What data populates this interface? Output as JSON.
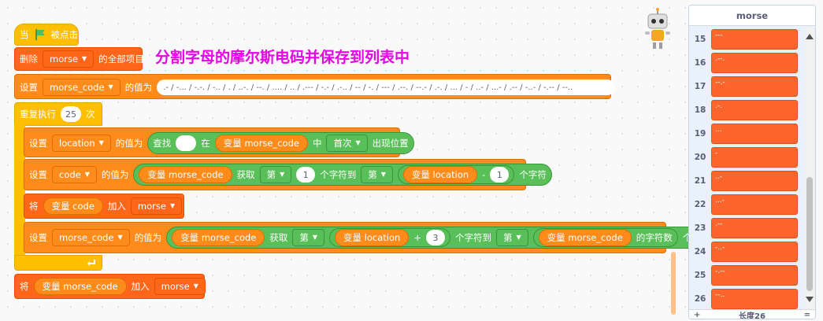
{
  "script": {
    "hat": {
      "when": "当",
      "clicked": "被点击"
    },
    "delete": {
      "label": "删除",
      "list": "morse",
      "suffix": "的全部项目"
    },
    "overlay_text": "分割字母的摩尔斯电码并保存到列表中",
    "set1": {
      "label": "设置",
      "var": "morse_code",
      "to": "的值为",
      "value": ".- / -... / -.-. / -.. / . / ..-. / --. / .... / .. / .--- / -.- / .-.. / -- / -. / --- / .--. / --.- / .-. / ... / - / ..- / ...- / .-- / -..- / -.-- / --.."
    },
    "repeat": {
      "label": "重复执行",
      "times": "25",
      "suffix": "次"
    },
    "set_location": {
      "label": "设置",
      "var": "location",
      "to": "的值为",
      "find": "查找",
      "in": "在",
      "reporter": "变量 morse_code",
      "mid": "中",
      "mode": "首次",
      "tail": "出现位置"
    },
    "set_code": {
      "label": "设置",
      "var": "code",
      "to": "的值为",
      "reporter": "变量 morse_code",
      "get": "获取",
      "nth1": "第",
      "n1": "1",
      "to_char": "个字符到",
      "nth2": "第",
      "loc_reporter": "变量 location",
      "minus": "-",
      "n2": "1",
      "char": "个字符"
    },
    "add_code": {
      "label": "将",
      "reporter": "变量 code",
      "add": "加入",
      "list": "morse"
    },
    "set2": {
      "label": "设置",
      "var": "morse_code",
      "to": "的值为",
      "reporter": "变量 morse_code",
      "get": "获取",
      "nth1": "第",
      "loc_reporter": "变量 location",
      "plus": "+",
      "n": "3",
      "to_char": "个字符到",
      "nth2": "第",
      "len_reporter": "变量 morse_code",
      "len": "的字符数",
      "char": "个字符"
    },
    "add_final": {
      "label": "将",
      "reporter": "变量 morse_code",
      "add": "加入",
      "list": "morse"
    }
  },
  "list_monitor": {
    "title": "morse",
    "items": [
      {
        "index": "15",
        "value": "---"
      },
      {
        "index": "16",
        "value": ".--."
      },
      {
        "index": "17",
        "value": "--.-"
      },
      {
        "index": "18",
        "value": ".-."
      },
      {
        "index": "19",
        "value": "..."
      },
      {
        "index": "20",
        "value": "-"
      },
      {
        "index": "21",
        "value": "..-"
      },
      {
        "index": "22",
        "value": "...-"
      },
      {
        "index": "23",
        "value": ".--"
      },
      {
        "index": "24",
        "value": "-..-"
      },
      {
        "index": "25",
        "value": "-.--"
      },
      {
        "index": "26",
        "value": "--.."
      }
    ],
    "add": "+",
    "length_label": "长度26",
    "resize": "="
  },
  "colors": {
    "events": "#ffbf00",
    "variables": "#ff8c1a",
    "lists": "#ff661a",
    "operators": "#59c059",
    "overlay": "#e600e6"
  }
}
